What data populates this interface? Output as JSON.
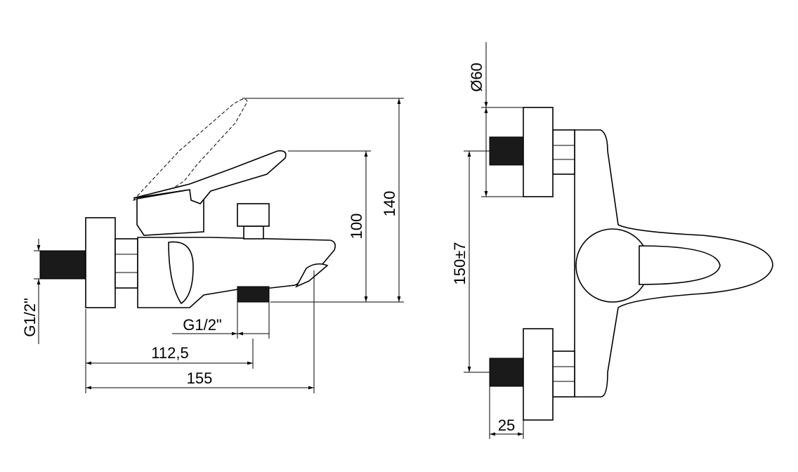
{
  "side_view": {
    "dims": {
      "inlet_thread": "G1/2\"",
      "outlet_thread": "G1/2\"",
      "outlet_distance": "112,5",
      "total_length": "155",
      "height_spout": "100",
      "height_total": "140"
    }
  },
  "front_view": {
    "dims": {
      "flange_diameter": "Ø60",
      "center_distance": "150±7",
      "thread_length": "25"
    }
  }
}
